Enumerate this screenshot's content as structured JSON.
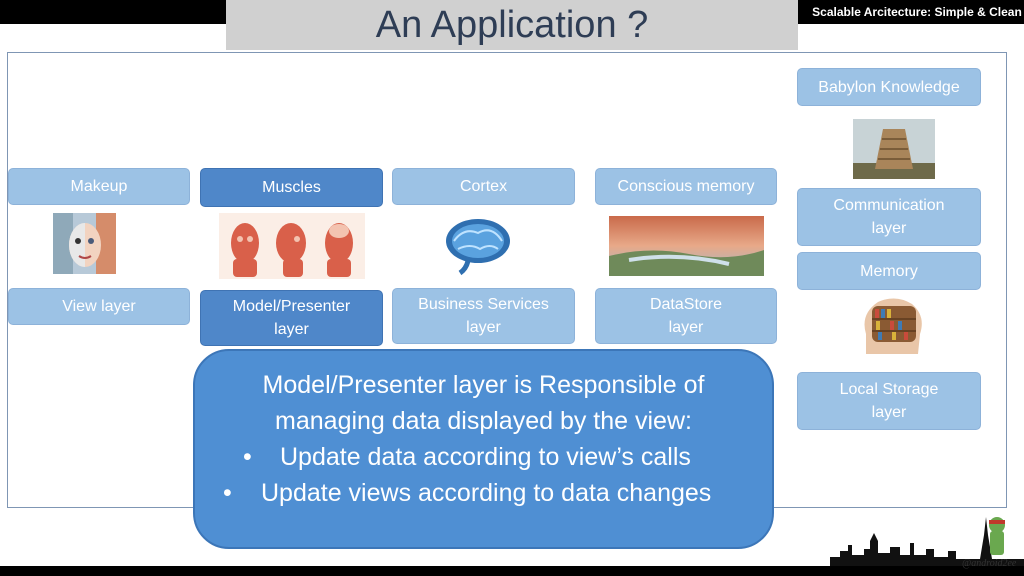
{
  "header": {
    "title": "An Application ?",
    "brand": "Scalable Arcitecture: Simple & Clean"
  },
  "columns": [
    {
      "top_label": "Makeup",
      "image_icon": "face-makeup-image",
      "bottom_label": "View layer"
    },
    {
      "top_label": "Muscles",
      "image_icon": "face-muscles-image",
      "bottom_label": "Model/Presenter\nlayer"
    },
    {
      "top_label": "Cortex",
      "image_icon": "brain-image",
      "bottom_label": "Business Services\nlayer"
    },
    {
      "top_label": "Conscious memory",
      "image_icon": "landscape-image",
      "bottom_label": "DataStore\nlayer"
    }
  ],
  "side": {
    "knowledge_label": "Babylon Knowledge",
    "knowledge_icon": "tower-of-babel-image",
    "communication_label": "Communication\nlayer",
    "memory_label": "Memory",
    "memory_icon": "head-bookshelf-image",
    "storage_label": "Local Storage\nlayer"
  },
  "callout": {
    "line1": "Model/Presenter layer is Responsible of",
    "line2": "managing data displayed by the view:",
    "bullets": [
      "Update data according to view’s calls",
      "Update views according to data changes"
    ]
  },
  "footer": {
    "handle": "@android2ee",
    "skyline_icon": "paris-skyline-image"
  },
  "colors": {
    "box_light": "#9cc2e5",
    "box_dark": "#4f87c9",
    "callout": "#4f8fd3",
    "title": "#2e3d55"
  }
}
